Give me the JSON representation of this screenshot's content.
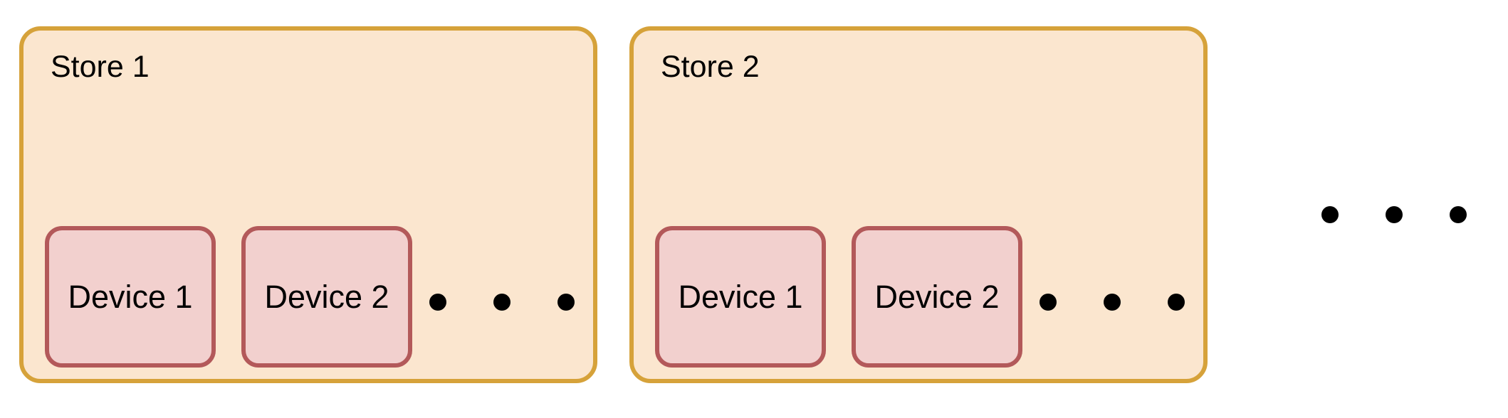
{
  "stores": [
    {
      "label": "Store 1",
      "devices": [
        "Device 1",
        "Device 2"
      ]
    },
    {
      "label": "Store 2",
      "devices": [
        "Device 1",
        "Device 2"
      ]
    }
  ],
  "colors": {
    "store_border": "#d6a23a",
    "store_fill": "#fbe6cf",
    "device_border": "#b3595a",
    "device_fill": "#f2d0ce",
    "text": "#000000",
    "ellipsis_dot": "#000000"
  },
  "icons": {
    "more_devices": "ellipsis-icon",
    "more_stores": "ellipsis-icon"
  }
}
